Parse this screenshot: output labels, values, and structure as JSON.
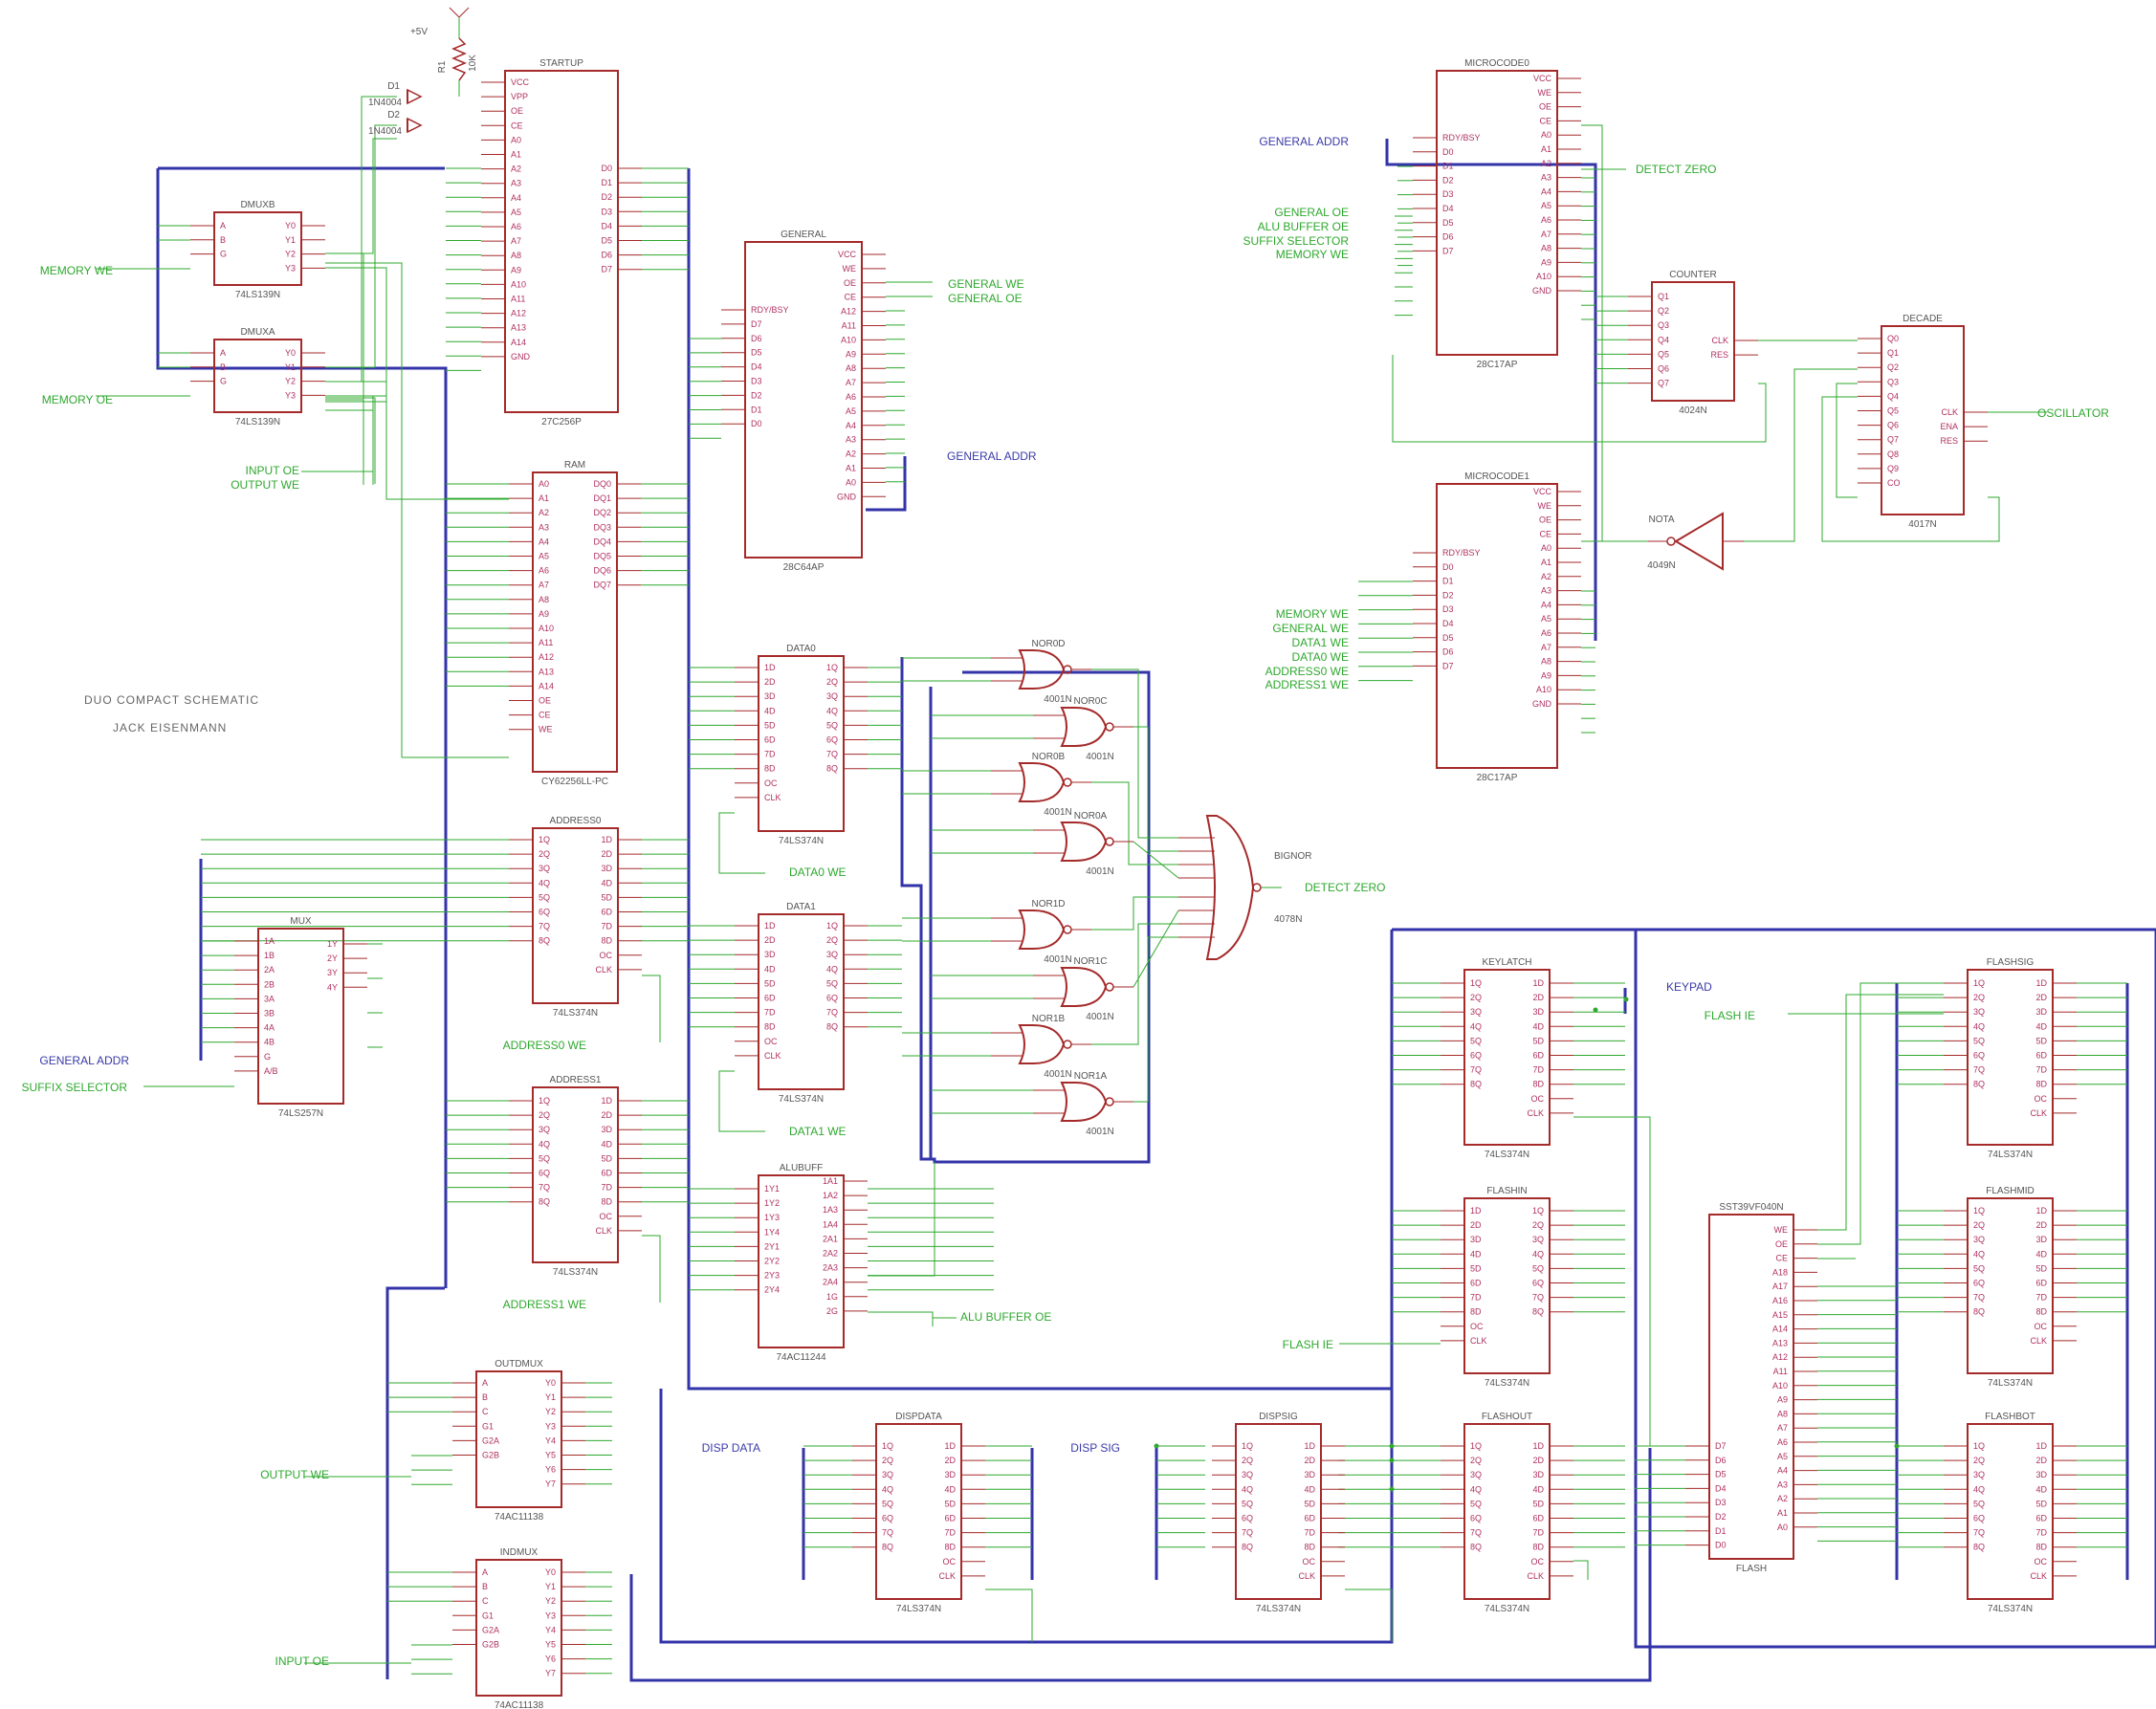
{
  "title": {
    "line1": "DUO COMPACT SCHEMATIC",
    "line2": "JACK EISENMANN"
  },
  "parts": [
    {
      "id": "startup",
      "name": "STARTUP",
      "value": "27C256P",
      "left": [
        "VCC",
        "VPP",
        "OE",
        "CE",
        "A0",
        "A1",
        "A2",
        "A3",
        "A4",
        "A5",
        "A6",
        "A7",
        "A8",
        "A9",
        "A10",
        "A11",
        "A12",
        "A13",
        "A14",
        "GND"
      ],
      "right": [
        "D0",
        "D1",
        "D2",
        "D3",
        "D4",
        "D5",
        "D6",
        "D7"
      ]
    },
    {
      "id": "ram",
      "name": "RAM",
      "value": "CY62256LL-PC",
      "left": [
        "A0",
        "A1",
        "A2",
        "A3",
        "A4",
        "A5",
        "A6",
        "A7",
        "A8",
        "A9",
        "A10",
        "A11",
        "A12",
        "A13",
        "A14",
        "OE",
        "CE",
        "WE"
      ],
      "right": [
        "DQ0",
        "DQ1",
        "DQ2",
        "DQ3",
        "DQ4",
        "DQ5",
        "DQ6",
        "DQ7"
      ]
    },
    {
      "id": "general",
      "name": "GENERAL",
      "value": "28C64AP",
      "left": [
        "RDY/BSY",
        "D7",
        "D6",
        "D5",
        "D4",
        "D3",
        "D2",
        "D1",
        "D0"
      ],
      "right": [
        "VCC",
        "WE",
        "OE",
        "CE",
        "A12",
        "A11",
        "A10",
        "A9",
        "A8",
        "A7",
        "A6",
        "A5",
        "A4",
        "A3",
        "A2",
        "A1",
        "A0",
        "GND"
      ]
    },
    {
      "id": "mc0",
      "name": "MICROCODE0",
      "value": "28C17AP",
      "left": [
        "RDY/BSY",
        "D0",
        "D1",
        "D2",
        "D3",
        "D4",
        "D5",
        "D6",
        "D7"
      ],
      "right": [
        "VCC",
        "WE",
        "OE",
        "CE",
        "A0",
        "A1",
        "A2",
        "A3",
        "A4",
        "A5",
        "A6",
        "A7",
        "A8",
        "A9",
        "A10",
        "GND"
      ]
    },
    {
      "id": "mc1",
      "name": "MICROCODE1",
      "value": "28C17AP",
      "left": [
        "RDY/BSY",
        "D0",
        "D1",
        "D2",
        "D3",
        "D4",
        "D5",
        "D6",
        "D7"
      ],
      "right": [
        "VCC",
        "WE",
        "OE",
        "CE",
        "A0",
        "A1",
        "A2",
        "A3",
        "A4",
        "A5",
        "A6",
        "A7",
        "A8",
        "A9",
        "A10",
        "GND"
      ]
    },
    {
      "id": "counter",
      "name": "COUNTER",
      "value": "4024N",
      "left": [
        "Q1",
        "Q2",
        "Q3",
        "Q4",
        "Q5",
        "Q6",
        "Q7"
      ],
      "right": [
        "CLK",
        "RES"
      ]
    },
    {
      "id": "decade",
      "name": "DECADE",
      "value": "4017N",
      "left": [
        "Q0",
        "Q1",
        "Q2",
        "Q3",
        "Q4",
        "Q5",
        "Q6",
        "Q7",
        "Q8",
        "Q9",
        "CO"
      ],
      "right": [
        "CLK",
        "ENA",
        "RES"
      ]
    },
    {
      "id": "dmuxb",
      "name": "DMUXB",
      "value": "74LS139N",
      "left": [
        "A",
        "B",
        "G"
      ],
      "right": [
        "Y0",
        "Y1",
        "Y2",
        "Y3"
      ]
    },
    {
      "id": "dmuxa",
      "name": "DMUXA",
      "value": "74LS139N",
      "left": [
        "A",
        "B",
        "G"
      ],
      "right": [
        "Y0",
        "Y1",
        "Y2",
        "Y3"
      ]
    },
    {
      "id": "mux",
      "name": "MUX",
      "value": "74LS257N",
      "left": [
        "1A",
        "1B",
        "2A",
        "2B",
        "3A",
        "3B",
        "4A",
        "4B",
        "G",
        "A/B"
      ],
      "right": [
        "1Y",
        "2Y",
        "3Y",
        "4Y"
      ]
    },
    {
      "id": "addr0",
      "name": "ADDRESS0",
      "value": "74LS374N",
      "left": [
        "1Q",
        "2Q",
        "3Q",
        "4Q",
        "5Q",
        "6Q",
        "7Q",
        "8Q"
      ],
      "right": [
        "1D",
        "2D",
        "3D",
        "4D",
        "5D",
        "6D",
        "7D",
        "8D",
        "OC",
        "CLK"
      ]
    },
    {
      "id": "addr1",
      "name": "ADDRESS1",
      "value": "74LS374N",
      "left": [
        "1Q",
        "2Q",
        "3Q",
        "4Q",
        "5Q",
        "6Q",
        "7Q",
        "8Q"
      ],
      "right": [
        "1D",
        "2D",
        "3D",
        "4D",
        "5D",
        "6D",
        "7D",
        "8D",
        "OC",
        "CLK"
      ]
    },
    {
      "id": "data0",
      "name": "DATA0",
      "value": "74LS374N",
      "left": [
        "1D",
        "2D",
        "3D",
        "4D",
        "5D",
        "6D",
        "7D",
        "8D",
        "OC",
        "CLK"
      ],
      "right": [
        "1Q",
        "2Q",
        "3Q",
        "4Q",
        "5Q",
        "6Q",
        "7Q",
        "8Q"
      ]
    },
    {
      "id": "data1",
      "name": "DATA1",
      "value": "74LS374N",
      "left": [
        "1D",
        "2D",
        "3D",
        "4D",
        "5D",
        "6D",
        "7D",
        "8D",
        "OC",
        "CLK"
      ],
      "right": [
        "1Q",
        "2Q",
        "3Q",
        "4Q",
        "5Q",
        "6Q",
        "7Q",
        "8Q"
      ]
    },
    {
      "id": "alubuff",
      "name": "ALUBUFF",
      "value": "74AC11244",
      "left": [
        "1Y1",
        "1Y2",
        "1Y3",
        "1Y4",
        "2Y1",
        "2Y2",
        "2Y3",
        "2Y4"
      ],
      "right": [
        "1A1",
        "1A2",
        "1A3",
        "1A4",
        "2A1",
        "2A2",
        "2A3",
        "2A4",
        "1G",
        "2G"
      ]
    },
    {
      "id": "outdmux",
      "name": "OUTDMUX",
      "value": "74AC11138",
      "left": [
        "A",
        "B",
        "C",
        "G1",
        "G2A",
        "G2B"
      ],
      "right": [
        "Y0",
        "Y1",
        "Y2",
        "Y3",
        "Y4",
        "Y5",
        "Y6",
        "Y7"
      ]
    },
    {
      "id": "indmux",
      "name": "INDMUX",
      "value": "74AC11138",
      "left": [
        "A",
        "B",
        "C",
        "G1",
        "G2A",
        "G2B"
      ],
      "right": [
        "Y0",
        "Y1",
        "Y2",
        "Y3",
        "Y4",
        "Y5",
        "Y6",
        "Y7"
      ]
    },
    {
      "id": "dispdata",
      "name": "DISPDATA",
      "value": "74LS374N",
      "left": [
        "1Q",
        "2Q",
        "3Q",
        "4Q",
        "5Q",
        "6Q",
        "7Q",
        "8Q"
      ],
      "right": [
        "1D",
        "2D",
        "3D",
        "4D",
        "5D",
        "6D",
        "7D",
        "8D",
        "OC",
        "CLK"
      ]
    },
    {
      "id": "dispsig",
      "name": "DISPSIG",
      "value": "74LS374N",
      "left": [
        "1Q",
        "2Q",
        "3Q",
        "4Q",
        "5Q",
        "6Q",
        "7Q",
        "8Q"
      ],
      "right": [
        "1D",
        "2D",
        "3D",
        "4D",
        "5D",
        "6D",
        "7D",
        "8D",
        "OC",
        "CLK"
      ]
    },
    {
      "id": "keylatch",
      "name": "KEYLATCH",
      "value": "74LS374N",
      "left": [
        "1Q",
        "2Q",
        "3Q",
        "4Q",
        "5Q",
        "6Q",
        "7Q",
        "8Q"
      ],
      "right": [
        "1D",
        "2D",
        "3D",
        "4D",
        "5D",
        "6D",
        "7D",
        "8D",
        "OC",
        "CLK"
      ]
    },
    {
      "id": "flashin",
      "name": "FLASHIN",
      "value": "74LS374N",
      "left": [
        "1D",
        "2D",
        "3D",
        "4D",
        "5D",
        "6D",
        "7D",
        "8D",
        "OC",
        "CLK"
      ],
      "right": [
        "1Q",
        "2Q",
        "3Q",
        "4Q",
        "5Q",
        "6Q",
        "7Q",
        "8Q"
      ]
    },
    {
      "id": "flashout",
      "name": "FLASHOUT",
      "value": "74LS374N",
      "left": [
        "1Q",
        "2Q",
        "3Q",
        "4Q",
        "5Q",
        "6Q",
        "7Q",
        "8Q"
      ],
      "right": [
        "1D",
        "2D",
        "3D",
        "4D",
        "5D",
        "6D",
        "7D",
        "8D",
        "OC",
        "CLK"
      ]
    },
    {
      "id": "flash",
      "name": "SST39VF040N",
      "value": "FLASH",
      "left": [
        "D7",
        "D6",
        "D5",
        "D4",
        "D3",
        "D2",
        "D1",
        "D0"
      ],
      "right": [
        "WE",
        "OE",
        "CE",
        "A18",
        "A17",
        "A16",
        "A15",
        "A14",
        "A13",
        "A12",
        "A11",
        "A10",
        "A9",
        "A8",
        "A7",
        "A6",
        "A5",
        "A4",
        "A3",
        "A2",
        "A1",
        "A0"
      ]
    },
    {
      "id": "flashsig",
      "name": "FLASHSIG",
      "value": "74LS374N",
      "left": [
        "1Q",
        "2Q",
        "3Q",
        "4Q",
        "5Q",
        "6Q",
        "7Q",
        "8Q"
      ],
      "right": [
        "1D",
        "2D",
        "3D",
        "4D",
        "5D",
        "6D",
        "7D",
        "8D",
        "OC",
        "CLK"
      ]
    },
    {
      "id": "flashmid",
      "name": "FLASHMID",
      "value": "74LS374N",
      "left": [
        "1Q",
        "2Q",
        "3Q",
        "4Q",
        "5Q",
        "6Q",
        "7Q",
        "8Q"
      ],
      "right": [
        "1D",
        "2D",
        "3D",
        "4D",
        "5D",
        "6D",
        "7D",
        "8D",
        "OC",
        "CLK"
      ]
    },
    {
      "id": "flashbot",
      "name": "FLASHBOT",
      "value": "74LS374N",
      "left": [
        "1Q",
        "2Q",
        "3Q",
        "4Q",
        "5Q",
        "6Q",
        "7Q",
        "8Q"
      ],
      "right": [
        "1D",
        "2D",
        "3D",
        "4D",
        "5D",
        "6D",
        "7D",
        "8D",
        "OC",
        "CLK"
      ]
    }
  ],
  "gates": [
    {
      "id": "nor0d",
      "name": "NOR0D",
      "value": "4001N"
    },
    {
      "id": "nor0c",
      "name": "NOR0C",
      "value": "4001N"
    },
    {
      "id": "nor0b",
      "name": "NOR0B",
      "value": "4001N"
    },
    {
      "id": "nor0a",
      "name": "NOR0A",
      "value": "4001N"
    },
    {
      "id": "nor1d",
      "name": "NOR1D",
      "value": "4001N"
    },
    {
      "id": "nor1c",
      "name": "NOR1C",
      "value": "4001N"
    },
    {
      "id": "nor1b",
      "name": "NOR1B",
      "value": "4001N"
    },
    {
      "id": "nor1a",
      "name": "NOR1A",
      "value": "4001N"
    },
    {
      "id": "bignor",
      "name": "BIGNOR",
      "value": "4078N"
    },
    {
      "id": "nota",
      "name": "NOTA",
      "value": "4049N"
    }
  ],
  "components": {
    "r1": "R1",
    "r1_value": "10K",
    "d1": "D1",
    "d1_value": "1N4004",
    "d2": "D2",
    "d2_value": "1N4004",
    "vcc": "+5V"
  },
  "nets": {
    "memory_we": "MEMORY WE",
    "memory_oe": "MEMORY OE",
    "input_oe": "INPUT OE",
    "output_we": "OUTPUT WE",
    "general_addr": "GENERAL ADDR",
    "suffix_selector": "SUFFIX SELECTOR",
    "address0_we": "ADDRESS0 WE",
    "address1_we": "ADDRESS1 WE",
    "data0_we": "DATA0 WE",
    "data1_we": "DATA1 WE",
    "general_we": "GENERAL WE",
    "general_oe": "GENERAL OE",
    "alu_buffer_oe": "ALU BUFFER OE",
    "detect_zero": "DETECT ZERO",
    "oscillator": "OSCILLATOR",
    "keypad": "KEYPAD",
    "flash_ie": "FLASH IE",
    "disp_data": "DISP DATA",
    "disp_sig": "DISP SIG"
  },
  "colors": {
    "wire": "#2ea82e",
    "bus": "#3333aa",
    "part": "#a52a2a",
    "pin": "#b03060",
    "label": "#555555"
  }
}
